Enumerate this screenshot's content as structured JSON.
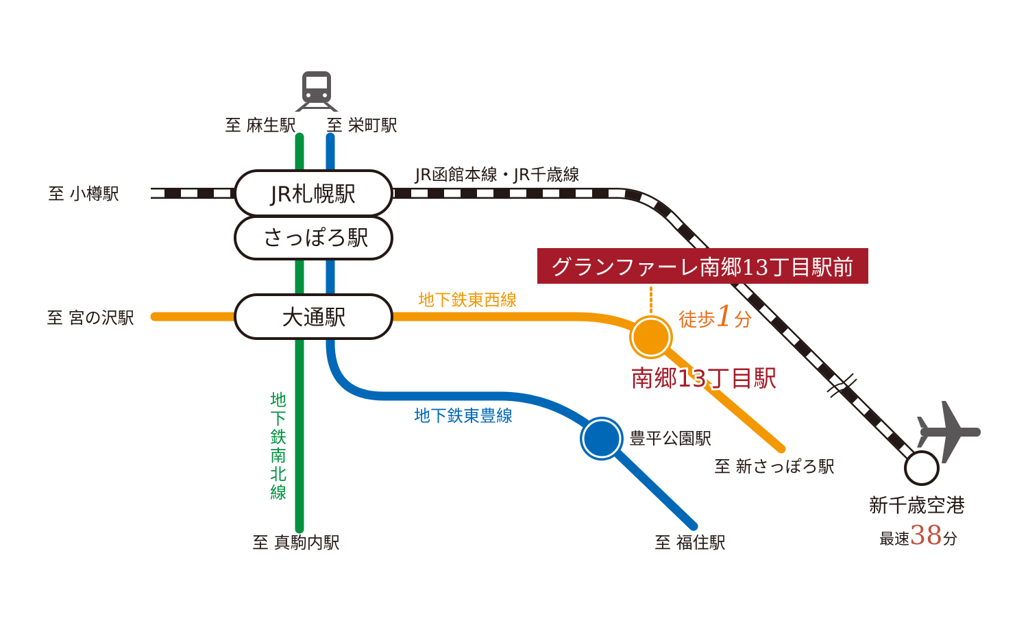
{
  "colors": {
    "green": "#00923f",
    "blue": "#0068b7",
    "orange": "#f39800",
    "red": "#a61b29",
    "jr": "#231815",
    "gray": "#595757"
  },
  "directions": {
    "asabu": "至 麻生駅",
    "sakaemachi": "至 栄町駅",
    "otaru": "至 小樽駅",
    "miyanosawa": "至 宮の沢駅",
    "makomanai": "至 真駒内駅",
    "fukuzumi": "至 福住駅",
    "shin_sapporo": "至 新さっぽろ駅"
  },
  "lines": {
    "jr": "JR函館本線・JR千歳線",
    "tozai": "地下鉄東西線",
    "toho": "地下鉄東豊線",
    "namboku": [
      "地",
      "下",
      "鉄",
      "南",
      "北",
      "線"
    ]
  },
  "stations": {
    "jr_sapporo": "JR札幌駅",
    "sapporo": "さっぽろ駅",
    "odori": "大通駅",
    "nango13": "南郷13丁目駅",
    "toyohira_koen": "豊平公園駅",
    "new_chitose": "新千歳空港"
  },
  "property": {
    "name": "グランファーレ南郷13丁目駅前",
    "walk_prefix": "徒歩",
    "walk_minutes": "1",
    "walk_suffix": "分"
  },
  "airport_time": {
    "prefix": "最速",
    "minutes": "38",
    "suffix": "分"
  }
}
